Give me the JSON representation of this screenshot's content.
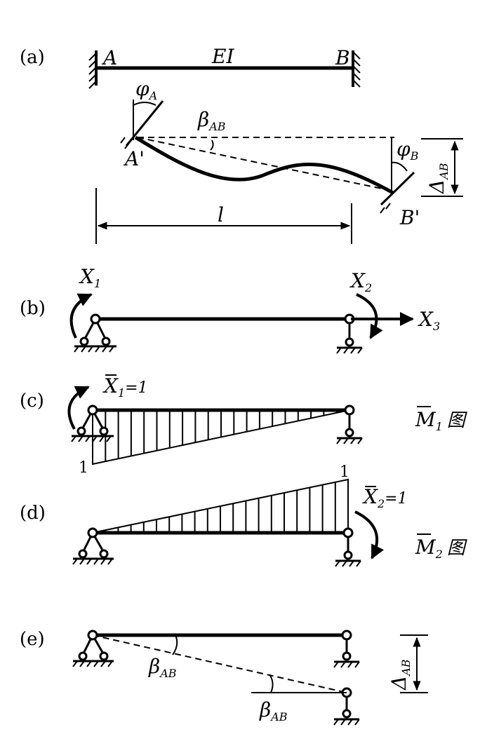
{
  "panels": {
    "a": {
      "tag": "(a)",
      "A": "A",
      "B": "B",
      "EI": "EI",
      "phiA_main": "φ",
      "phiA_sub": "A",
      "beta_main": "β",
      "beta_sub": "AB",
      "Ap": "A'",
      "phiB_main": "φ",
      "phiB_sub": "B",
      "Bp": "B'",
      "delta_main": "Δ",
      "delta_sub": "AB",
      "l": "l"
    },
    "b": {
      "tag": "(b)",
      "X1_main": "X",
      "X1_sub": "1",
      "X2_main": "X",
      "X2_sub": "2",
      "X3_main": "X",
      "X3_sub": "3"
    },
    "c": {
      "tag": "(c)",
      "X1_main": "X",
      "X1_sub": "1",
      "X1_eq": "=1",
      "value": "1",
      "caption_main": "M",
      "caption_sub": "1",
      "caption_suffix": "图"
    },
    "d": {
      "tag": "(d)",
      "value": "1",
      "X2_main": "X",
      "X2_sub": "2",
      "X2_eq": "=1",
      "caption_main": "M",
      "caption_sub": "2",
      "caption_suffix": "图"
    },
    "e": {
      "tag": "(e)",
      "beta1_main": "β",
      "beta1_sub": "AB",
      "beta2_main": "β",
      "beta2_sub": "AB",
      "delta_main": "Δ",
      "delta_sub": "AB"
    }
  }
}
